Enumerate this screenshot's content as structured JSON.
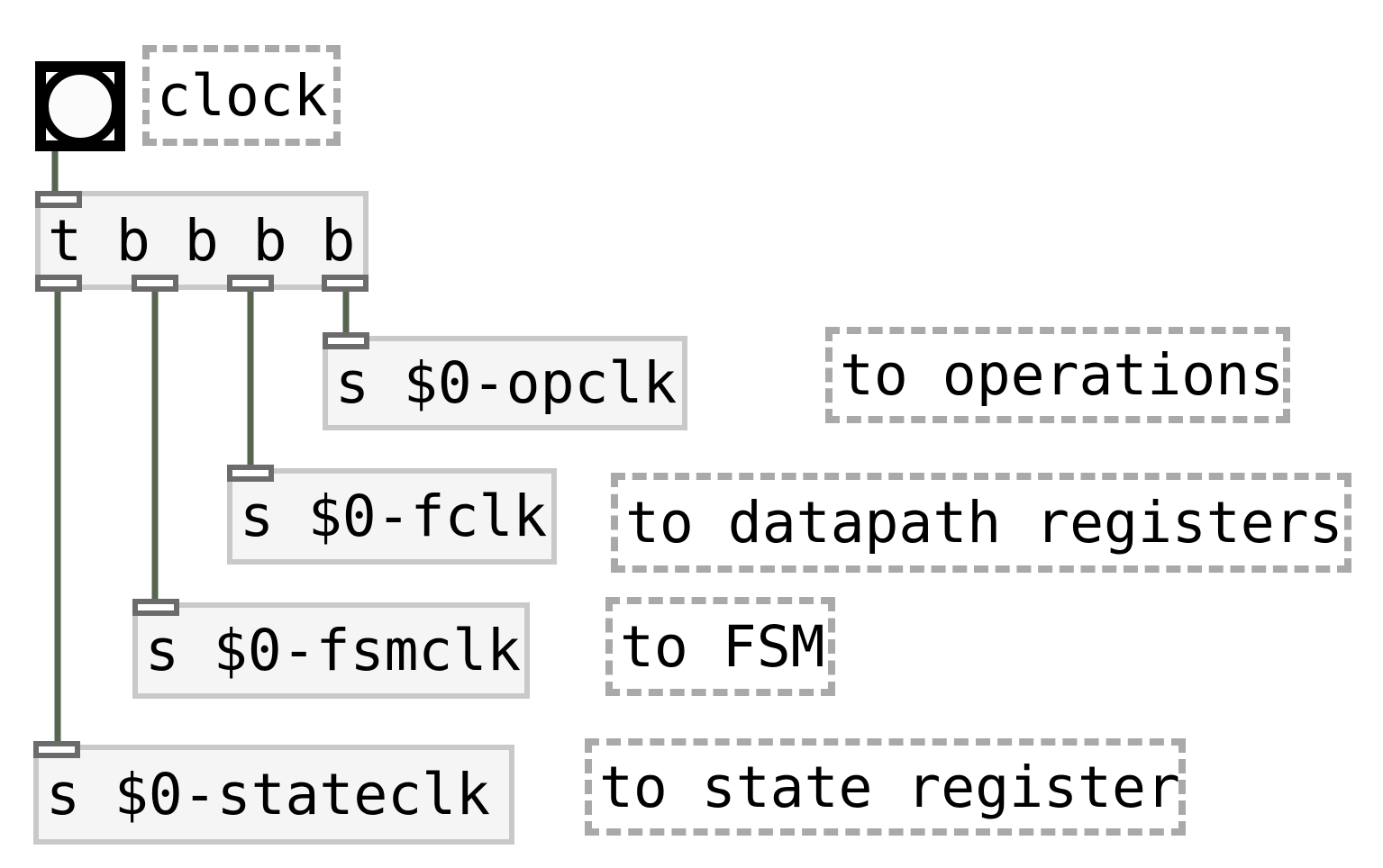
{
  "patch": {
    "bang": {
      "icon": "bang-circle"
    },
    "objects": {
      "trigger": {
        "label": "t b b b b"
      },
      "send_opclk": {
        "label": "s $0-opclk"
      },
      "send_fclk": {
        "label": "s $0-fclk"
      },
      "send_fsmclk": {
        "label": "s $0-fsmclk"
      },
      "send_stateclk": {
        "label": "s $0-stateclk"
      }
    },
    "comments": {
      "clock": {
        "text": "clock"
      },
      "to_operations": {
        "text": "to operations"
      },
      "to_datapath": {
        "text": "to datapath registers"
      },
      "to_fsm": {
        "text": "to FSM"
      },
      "to_state": {
        "text": "to state register"
      }
    },
    "colors": {
      "background": "#ffffff",
      "cord": "#566450",
      "object_fill": "#f5f5f5",
      "object_border": "#c9c9c9",
      "nub_border": "#6b6b6b",
      "comment_border": "#a9a9a9",
      "text": "#000000",
      "bang_border": "#000000"
    }
  }
}
